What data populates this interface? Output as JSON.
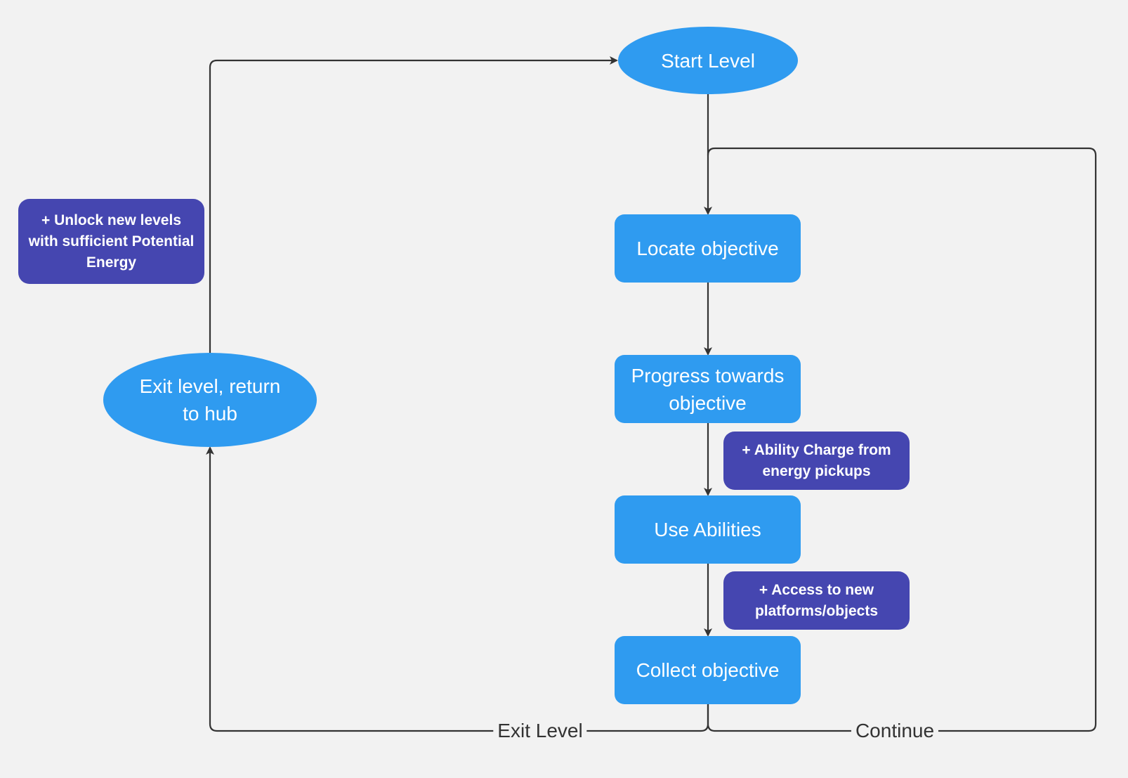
{
  "colors": {
    "background": "#f2f2f2",
    "process": "#2f9bf0",
    "note": "#4546b0",
    "connector": "#333333"
  },
  "nodes": {
    "start_level": "Start Level",
    "locate_objective": "Locate objective",
    "progress_towards_objective": "Progress towards objective",
    "use_abilities": "Use Abilities",
    "collect_objective": "Collect objective",
    "exit_level_return": "Exit level, return to hub"
  },
  "notes": {
    "unlock_levels": "+ Unlock new levels with sufficient Potential Energy",
    "ability_charge": "+ Ability Charge from energy pickups",
    "access_platforms": "+ Access to new platforms/objects"
  },
  "edge_labels": {
    "exit_level": "Exit Level",
    "continue": "Continue"
  }
}
